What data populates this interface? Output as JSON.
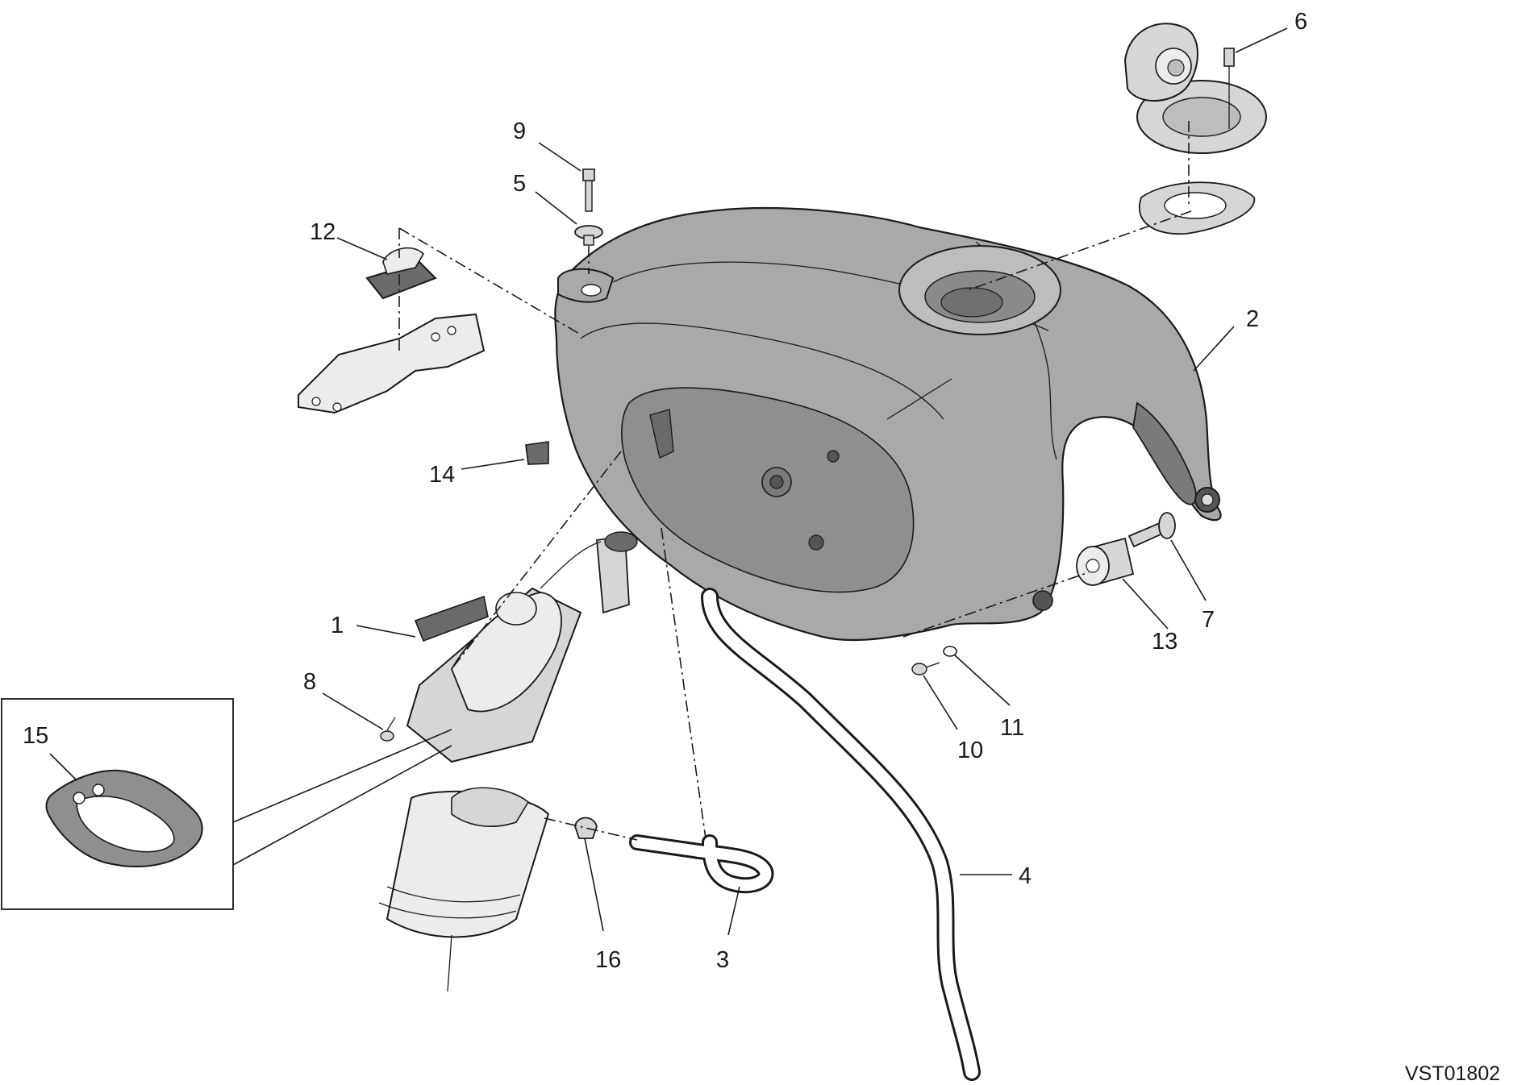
{
  "diagram": {
    "reference_code": "VST01802",
    "callouts": {
      "c1": "1",
      "c2": "2",
      "c3": "3",
      "c4": "4",
      "c5": "5",
      "c6": "6",
      "c7": "7",
      "c8": "8",
      "c9": "9",
      "c10": "10",
      "c11": "11",
      "c12": "12",
      "c13": "13",
      "c14": "14",
      "c15": "15",
      "c16": "16"
    },
    "colors": {
      "tank_fill": "#a9a9a9",
      "tank_shade": "#8f8f8f",
      "part_fill": "#d6d6d6",
      "line": "#1a1a1a",
      "background": "#ffffff"
    }
  }
}
